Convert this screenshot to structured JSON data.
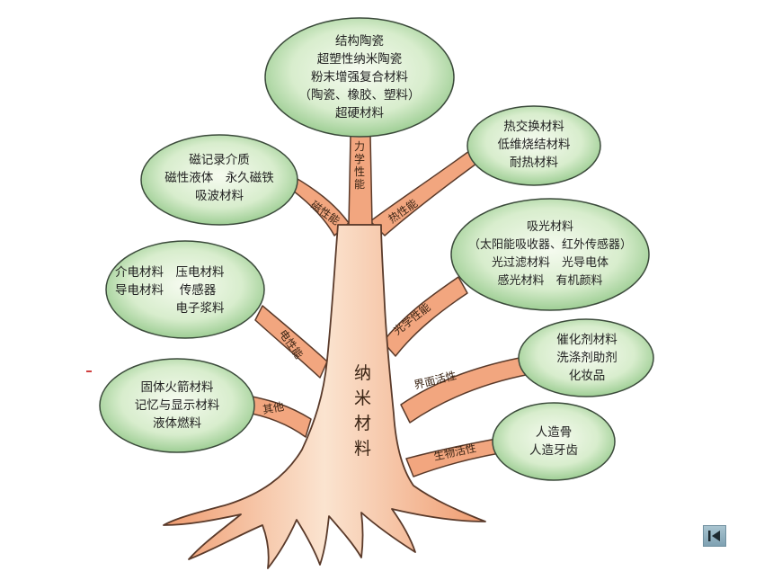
{
  "trunk": {
    "chars": [
      "纳",
      "米",
      "材",
      "料"
    ]
  },
  "branches": {
    "mechanical": "力学性能",
    "magnetic": "磁性能",
    "thermal": "热性能",
    "optical": "光学性能",
    "electrical": "电性能",
    "interface": "界面活性",
    "other": "其他",
    "biological": "生物活性"
  },
  "leaves": {
    "structural": [
      "结构陶瓷",
      "超塑性纳米陶瓷",
      "粉末增强复合材料",
      "（陶瓷、橡胶、塑料）",
      "超硬材料"
    ],
    "magnetic": [
      "磁记录介质",
      "磁性液体　永久磁铁",
      "吸波材料"
    ],
    "thermal": [
      "热交换材料",
      "低维烧结材料",
      "耐热材料"
    ],
    "optical": [
      "吸光材料",
      "（太阳能吸收器、红外传感器）",
      "光过滤材料　光导电体",
      "感光材料　有机颜料"
    ],
    "electrical": [
      "介电材料　压电材料",
      "导电材料　 传感器",
      "　　　　　电子浆料"
    ],
    "interface": [
      "催化剂材料",
      "洗涤剂助剂",
      "化妆品"
    ],
    "other": [
      "固体火箭材料",
      "记忆与显示材料",
      "液体燃料"
    ],
    "biological": [
      "人造骨",
      "人造牙齿"
    ]
  },
  "colors": {
    "trunk": "#f2a67f",
    "trunk_light": "#fce9d8",
    "outline": "#5a3a2a",
    "leaf_fill_center": "#f4f9ee",
    "leaf_fill_edge": "#9fcf96",
    "nav_button": "#8fb0c0"
  },
  "nav": {
    "back_icon": "first-page-icon"
  }
}
